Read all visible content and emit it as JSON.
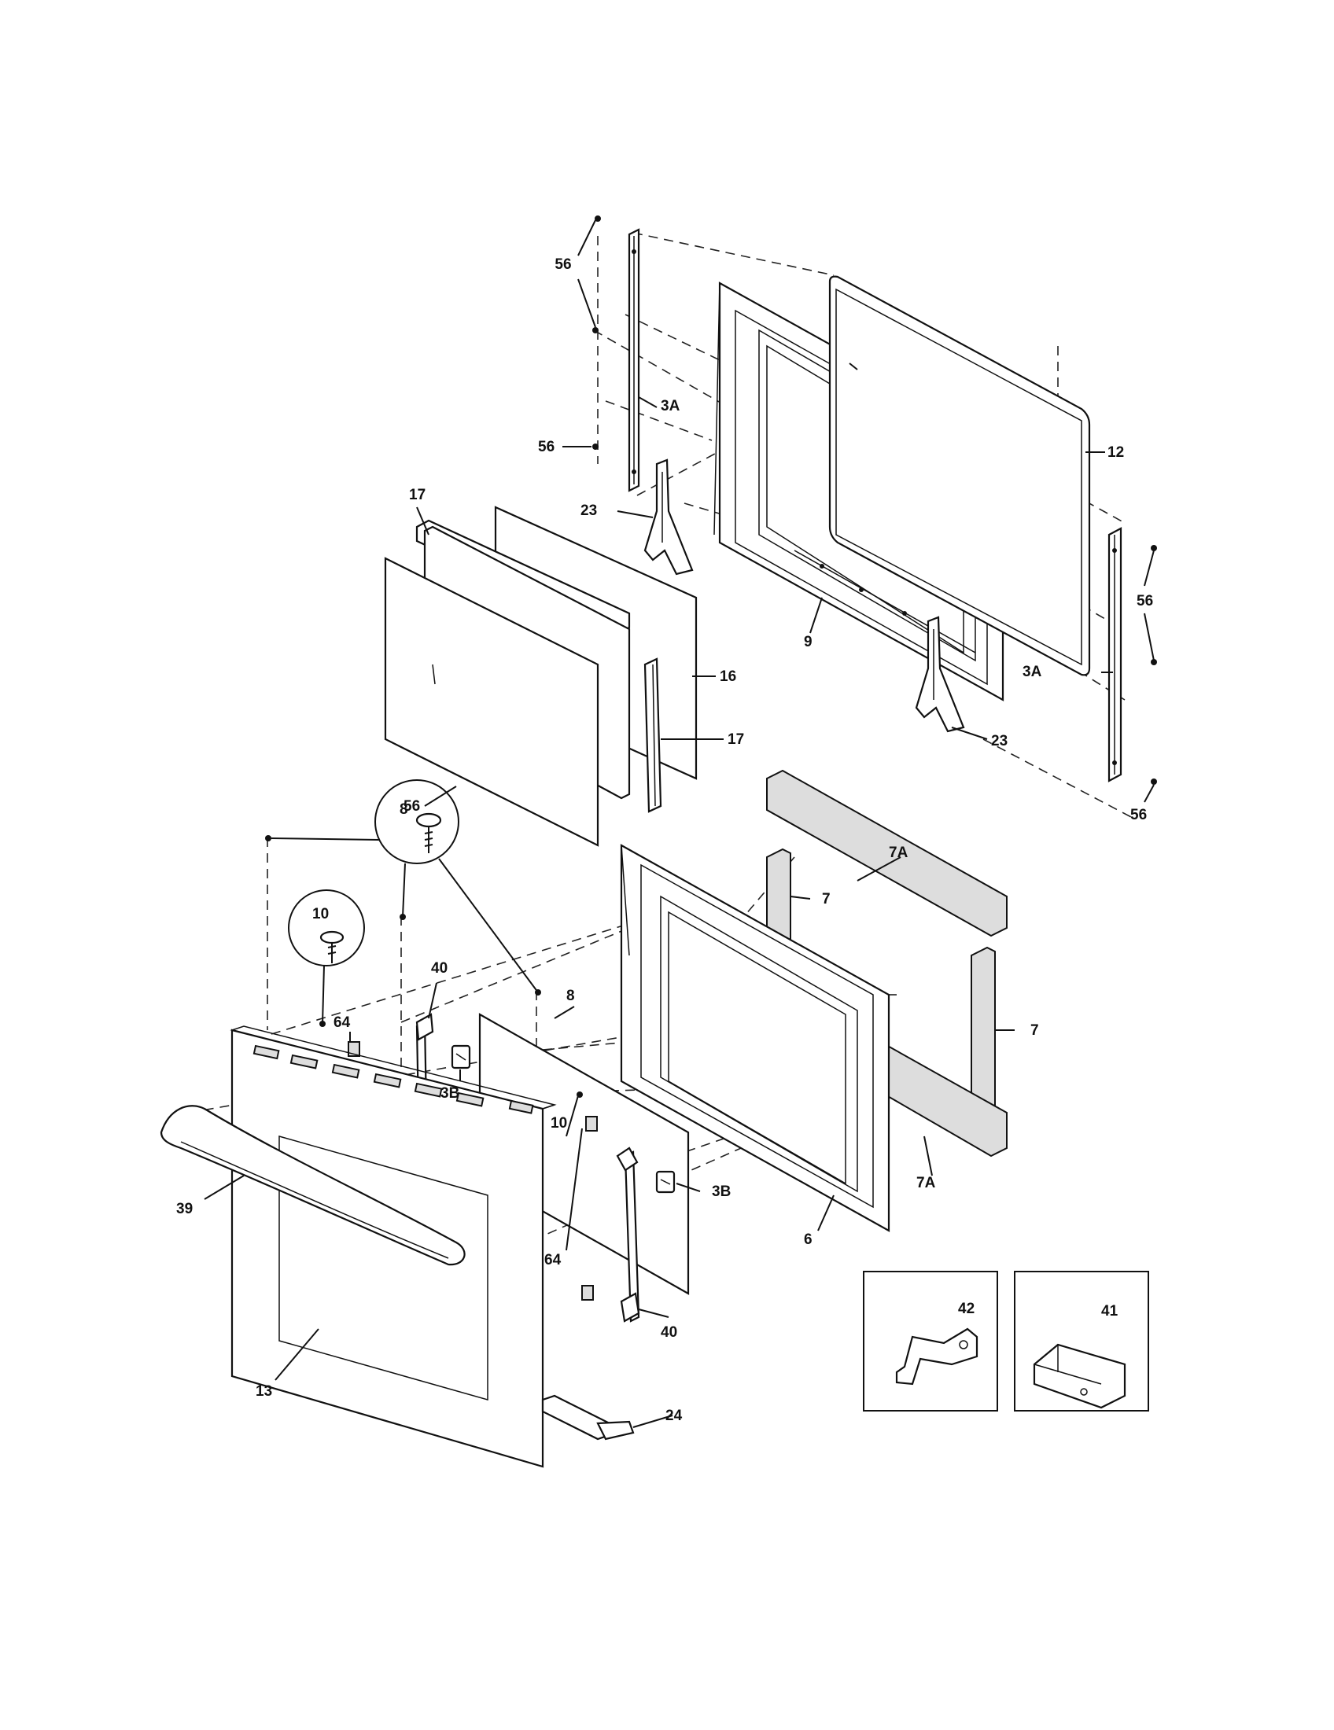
{
  "diagram": {
    "callouts": [
      {
        "id": "c1",
        "text": "56"
      },
      {
        "id": "c2",
        "text": "3A"
      },
      {
        "id": "c3",
        "text": "56"
      },
      {
        "id": "c4",
        "text": "12"
      },
      {
        "id": "c5",
        "text": "17"
      },
      {
        "id": "c6",
        "text": "23"
      },
      {
        "id": "c7",
        "text": "56"
      },
      {
        "id": "c8",
        "text": "9"
      },
      {
        "id": "c9",
        "text": "16"
      },
      {
        "id": "c10",
        "text": "3A"
      },
      {
        "id": "c11",
        "text": "17"
      },
      {
        "id": "c12",
        "text": "23"
      },
      {
        "id": "c13",
        "text": "8"
      },
      {
        "id": "c14",
        "text": "56"
      },
      {
        "id": "c15",
        "text": "7A"
      },
      {
        "id": "c16",
        "text": "56"
      },
      {
        "id": "c17",
        "text": "7"
      },
      {
        "id": "c18",
        "text": "10"
      },
      {
        "id": "c19",
        "text": "40"
      },
      {
        "id": "c20",
        "text": "8"
      },
      {
        "id": "c21",
        "text": "7"
      },
      {
        "id": "c22",
        "text": "64"
      },
      {
        "id": "c23",
        "text": "3B"
      },
      {
        "id": "c24",
        "text": "10"
      },
      {
        "id": "c25",
        "text": "3B"
      },
      {
        "id": "c26",
        "text": "7A"
      },
      {
        "id": "c27",
        "text": "39"
      },
      {
        "id": "c28",
        "text": "6"
      },
      {
        "id": "c29",
        "text": "64"
      },
      {
        "id": "c30",
        "text": "40"
      },
      {
        "id": "c31",
        "text": "42"
      },
      {
        "id": "c32",
        "text": "41"
      },
      {
        "id": "c33",
        "text": "13"
      },
      {
        "id": "c34",
        "text": "24"
      }
    ]
  }
}
